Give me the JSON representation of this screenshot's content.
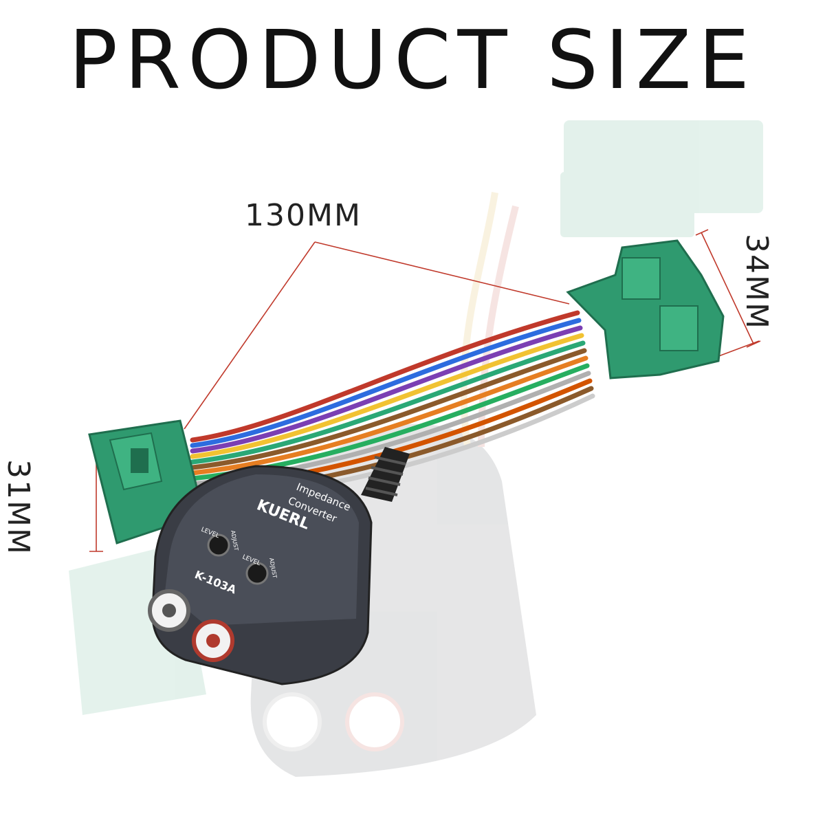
{
  "title": "PRODUCT SIZE",
  "dimensions": {
    "length": "130MM",
    "right_connector_height": "34MM",
    "left_connector_height": "31MM"
  },
  "product_labels": {
    "line1": "Impedance",
    "line2": "Converter",
    "brand": "KUERL",
    "model": "K-103A",
    "knob1": "LEVEL",
    "knob1b": "ADJUST",
    "knob2": "LEVEL",
    "knob2b": "ADJUST"
  },
  "colors": {
    "connector_green": "#2f9a6f",
    "dimension_line": "#c0392b",
    "housing": "#3a3d45"
  }
}
